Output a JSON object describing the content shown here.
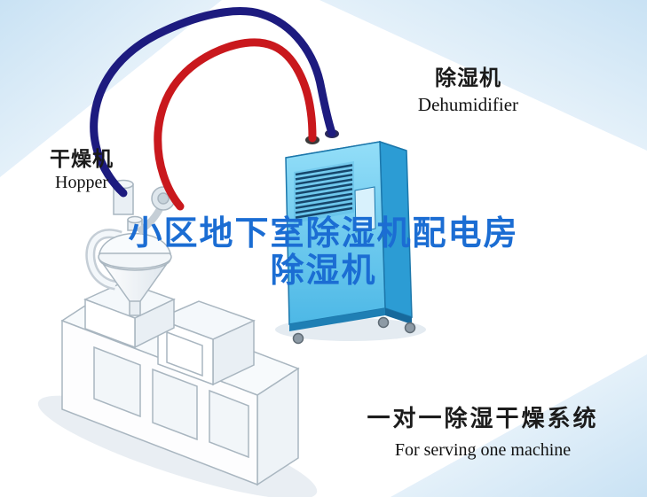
{
  "labels": {
    "hopper": {
      "cn": "干燥机",
      "en": "Hopper"
    },
    "dehumidifier": {
      "cn": "除湿机",
      "en": "Dehumidifier"
    }
  },
  "title": {
    "line1": "小区地下室除湿机配电房",
    "line2": "除湿机",
    "color": "#1b6dd3"
  },
  "caption": {
    "cn": "一对一除湿干燥系统",
    "en": "For serving one machine"
  },
  "colors": {
    "hose_red": "#c9181d",
    "hose_blue": "#1d1b7f",
    "dehumidifier_side": "#2c9cd4",
    "dehumidifier_top": "#aee5f9",
    "corner_tint": "#c9e2f4"
  }
}
